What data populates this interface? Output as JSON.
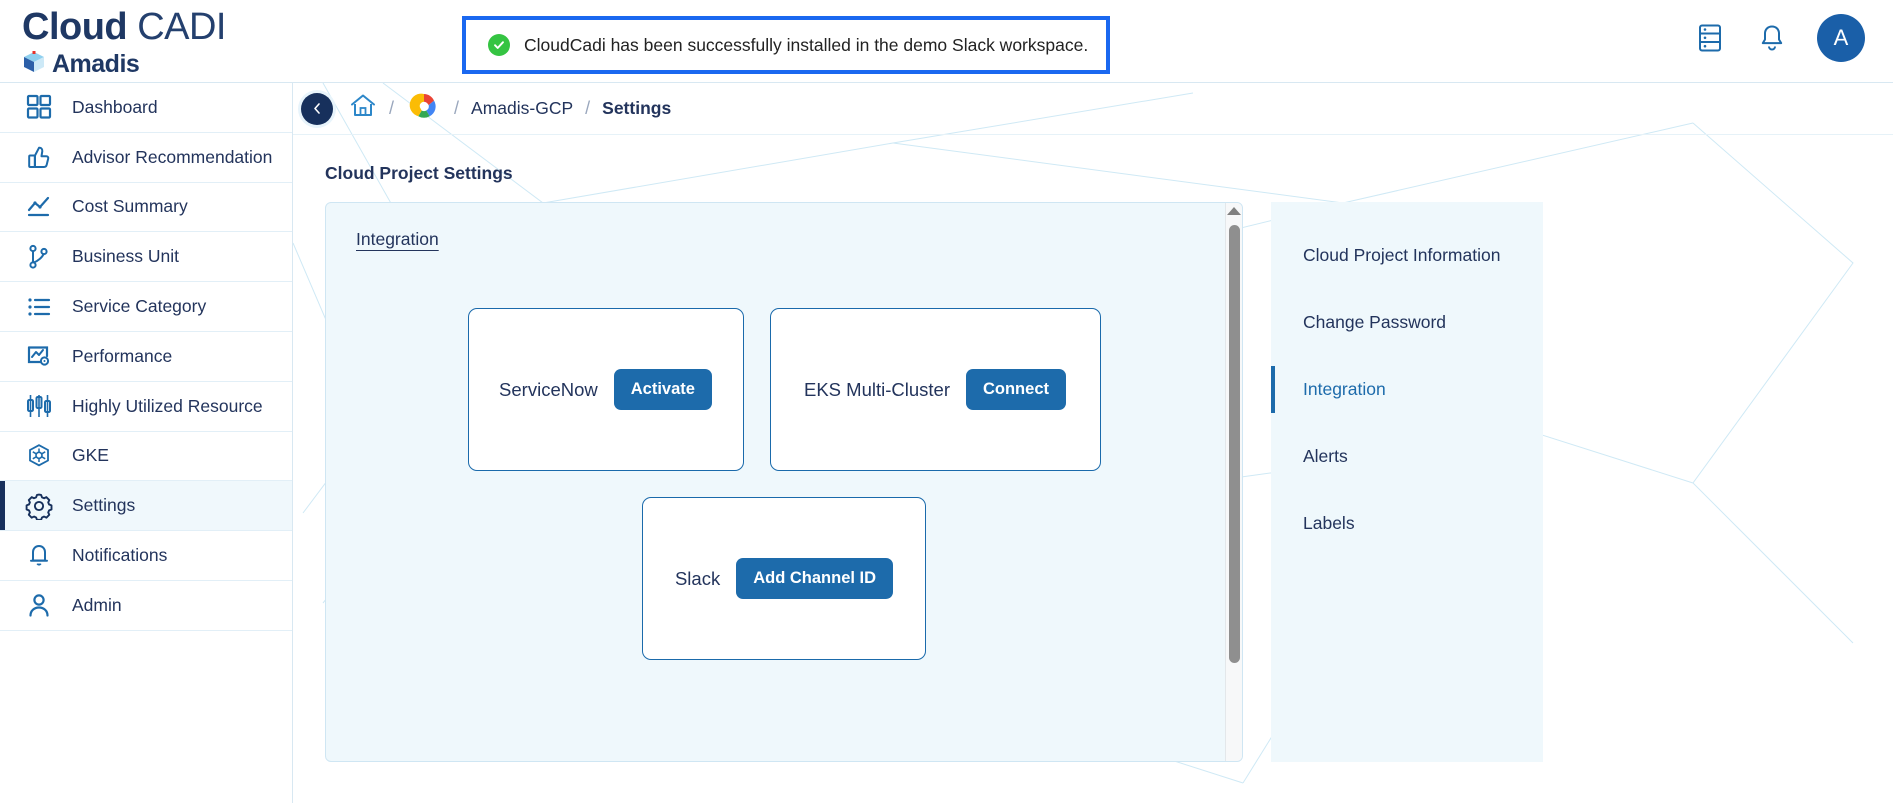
{
  "brand": {
    "name_bold": "Cloud",
    "name_light": " CADI",
    "sub": "Amadis",
    "logo_icon": "amadis-cube-logo"
  },
  "banner": {
    "icon": "success-check-icon",
    "message": "CloudCadi has been successfully installed in the demo Slack workspace.",
    "border_color": "#1a68f0",
    "check_color": "#35c442"
  },
  "topbar": {
    "icons": [
      {
        "name": "server-rack-icon"
      },
      {
        "name": "bell-icon"
      }
    ],
    "avatar_initial": "A",
    "avatar_color": "#1a5fa8"
  },
  "sidebar": {
    "items": [
      {
        "label": "Dashboard",
        "icon": "grid-squares-icon",
        "active": false
      },
      {
        "label": "Advisor Recommendation",
        "icon": "thumbs-up-icon",
        "active": false
      },
      {
        "label": "Cost Summary",
        "icon": "line-chart-icon",
        "active": false
      },
      {
        "label": "Business Unit",
        "icon": "org-branch-icon",
        "active": false
      },
      {
        "label": "Service Category",
        "icon": "bullet-list-icon",
        "active": false
      },
      {
        "label": "Performance",
        "icon": "chart-monitor-icon",
        "active": false
      },
      {
        "label": "Highly Utilized Resource",
        "icon": "candlestick-icon",
        "active": false
      },
      {
        "label": "GKE",
        "icon": "kubernetes-helm-icon",
        "active": false
      },
      {
        "label": "Settings",
        "icon": "gear-icon",
        "active": true
      },
      {
        "label": "Notifications",
        "icon": "bell-outline-icon",
        "active": false
      },
      {
        "label": "Admin",
        "icon": "user-person-icon",
        "active": false
      }
    ]
  },
  "breadcrumb": {
    "collapse_icon": "chevron-left-icon",
    "home_icon": "home-icon",
    "cloud_icon": "google-cloud-icon",
    "separator": "/",
    "project": "Amadis-GCP",
    "current": "Settings"
  },
  "main": {
    "page_title": "Cloud Project Settings",
    "panel_tab": "Integration",
    "integrations": [
      {
        "name": "ServiceNow",
        "action": "Activate"
      },
      {
        "name": "EKS Multi-Cluster",
        "action": "Connect"
      },
      {
        "name": "Slack",
        "action": "Add Channel ID"
      }
    ],
    "scrollbar": {
      "name": "vertical-scrollbar"
    }
  },
  "right_menu": {
    "items": [
      {
        "label": "Cloud Project Information",
        "active": false
      },
      {
        "label": "Change Password",
        "active": false
      },
      {
        "label": "Integration",
        "active": true
      },
      {
        "label": "Alerts",
        "active": false
      },
      {
        "label": "Labels",
        "active": false
      }
    ],
    "accent": "#1d6bab"
  }
}
